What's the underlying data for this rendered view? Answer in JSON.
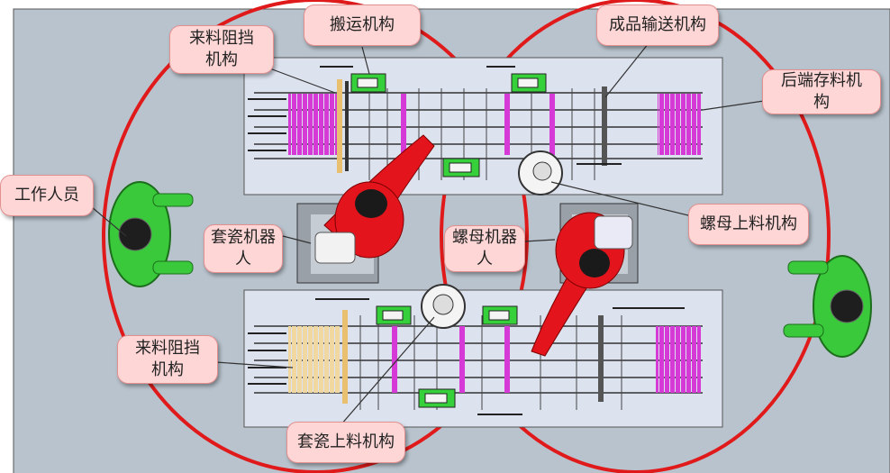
{
  "labels": {
    "feed_stop_top": "来料阻挡\n机构",
    "transfer": "搬运机构",
    "product_conveyor": "成品输送机构",
    "rear_storage": "后端存料机\n构",
    "operator": "工作人员",
    "porcelain_robot": "套瓷机器\n人",
    "nut_robot": "螺母机器\n人",
    "nut_feeder": "螺母上料机构",
    "feed_stop_bottom": "来料阻挡\n机构",
    "porcelain_feeder": "套瓷上料机构"
  },
  "colors": {
    "background": "#b9c3cd",
    "table": "#dde2ef",
    "magenta_parts": "#d63ad6",
    "green_frame": "#36d13a",
    "robot_red": "#e3141c",
    "workcell_ring": "#e01a1a",
    "callout_fill": "#ffd6d6"
  },
  "icons": [
    "robot-arm-icon",
    "operator-figure-icon",
    "rotary-feeder-icon"
  ]
}
